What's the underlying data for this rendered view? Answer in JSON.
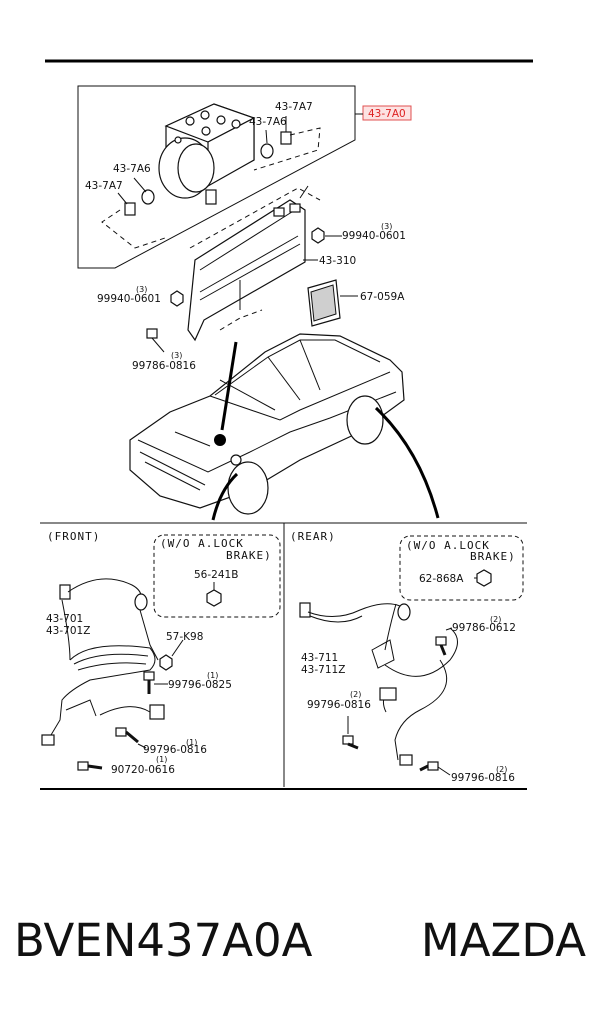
{
  "highlight_color": "#d22222",
  "top_section": {
    "labels": {
      "p437A7_top": "43-7A7",
      "p437A6_top": "43-7A6",
      "p437A0": "43-7A0",
      "p437A6_left": "43-7A6",
      "p437A7_left": "43-7A7",
      "p99940_right_qty": "(3)",
      "p99940_right": "99940-0601",
      "p43310": "43-310",
      "p67059A": "67-059A",
      "p99940_left_qty": "(3)",
      "p99940_left": "99940-0601",
      "p99786_qty": "(3)",
      "p99786": "99786-0816"
    }
  },
  "front_section": {
    "title": "(FRONT)",
    "wo_box": {
      "line1": "(W/O  A.LOCK",
      "line2": "BRAKE)",
      "part": "56-241B"
    },
    "labels": {
      "p43701": "43-701",
      "p43701Z": "43-701Z",
      "p57K98": "57-K98",
      "p99796_0825_qty": "(1)",
      "p99796_0825": "99796-0825",
      "p99796_0816_qty": "(1)",
      "p99796_0816": "99796-0816",
      "p90720_qty": "(1)",
      "p90720": "90720-0616"
    }
  },
  "rear_section": {
    "title": "(REAR)",
    "wo_box": {
      "line1": "(W/O  A.LOCK",
      "line2": "BRAKE)",
      "part": "62-868A"
    },
    "labels": {
      "p99786_0612_qty": "(2)",
      "p99786_0612": "99786-0612",
      "p43711": "43-711",
      "p43711Z": "43-711Z",
      "p99796_0816_left_qty": "(2)",
      "p99796_0816_left": "99796-0816",
      "p99796_0816_right_qty": "(2)",
      "p99796_0816_right": "99796-0816"
    }
  },
  "caption": {
    "part_number": "BVEN437A0A",
    "brand": "MAZDA"
  }
}
